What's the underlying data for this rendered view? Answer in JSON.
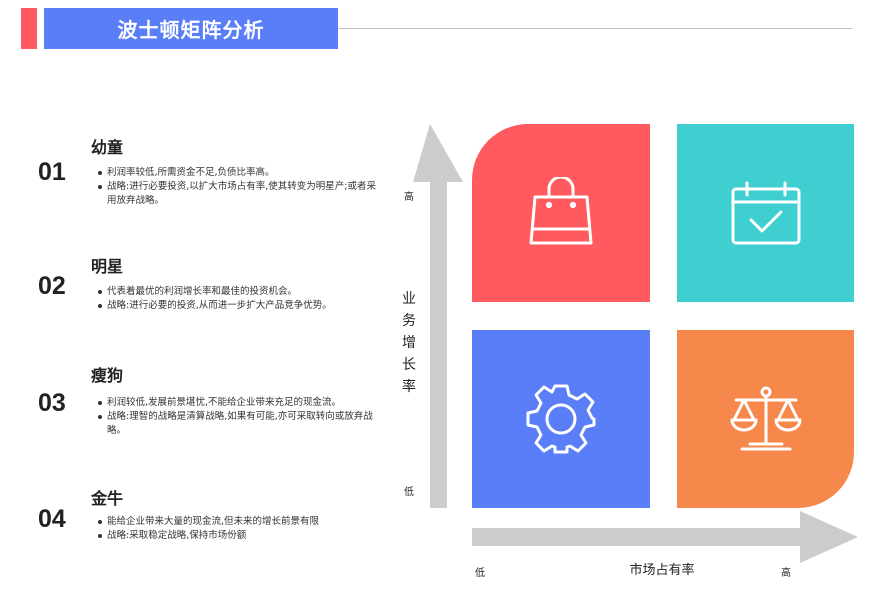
{
  "header": {
    "title": "波士顿矩阵分析"
  },
  "items": [
    {
      "num": "01",
      "title": "幼童",
      "bullets": [
        "利润率较低,所需资金不足,负债比率高。",
        "战略:进行必要投资,以扩大市场占有率,使其转变为明星产;或者采用放弃战略。"
      ]
    },
    {
      "num": "02",
      "title": "明星",
      "bullets": [
        "代表着最优的利润增长率和最佳的投资机会。",
        "战略:进行必要的投资,从而进一步扩大产品竞争优势。"
      ]
    },
    {
      "num": "03",
      "title": "瘦狗",
      "bullets": [
        "利润较低,发展前景堪忧,不能给企业带来充足的现金流。",
        "战略:理智的战略是清算战略,如果有可能,亦可采取转向或放弃战略。"
      ]
    },
    {
      "num": "04",
      "title": "金牛",
      "bullets": [
        "能给企业带来大量的现金流,但未来的增长前景有限",
        "战略:采取稳定战略,保持市场份额"
      ]
    }
  ],
  "y_axis": {
    "title": "业务增长率",
    "high": "高",
    "low": "低"
  },
  "x_axis": {
    "title": "市场占有率",
    "low": "低",
    "high": "高"
  },
  "quadrants": [
    {
      "position": "top-left",
      "icon": "shopping-bag-icon",
      "color": "#ff5a5f"
    },
    {
      "position": "top-right",
      "icon": "calendar-check-icon",
      "color": "#3fcfd1"
    },
    {
      "position": "bottom-left",
      "icon": "gear-icon",
      "color": "#5a7df8"
    },
    {
      "position": "bottom-right",
      "icon": "balance-scale-icon",
      "color": "#f5884a"
    }
  ],
  "colors": {
    "accent": "#ff5a5f",
    "brand": "#5a7df8",
    "axis": "#cccccc"
  }
}
